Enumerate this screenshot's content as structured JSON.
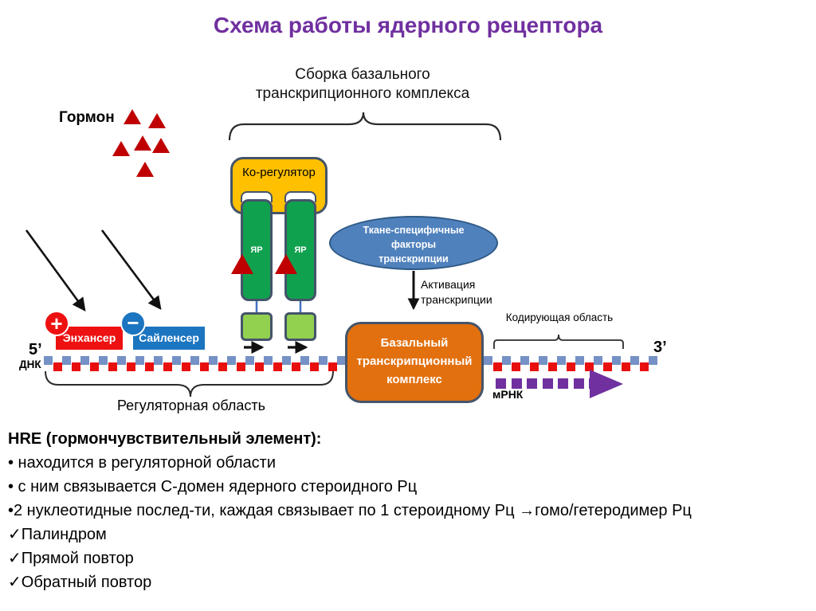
{
  "title": "Схема работы ядерного рецептора",
  "diagram": {
    "assembly_label": {
      "line1": "Сборка базального",
      "line2": "транскрипционного комплекса"
    },
    "hormone_label": "Гормон",
    "coregulator_label": "Ко-регулятор",
    "receptor_label": "ЯР",
    "tissue_factors": {
      "line1": "Ткане-специфичные",
      "line2": "факторы",
      "line3": "транскрипции"
    },
    "activation": {
      "line1": "Активация",
      "line2": "транскрипции"
    },
    "coding_region_label": "Кодирующая область",
    "enhancer_label": "Энхансер",
    "silencer_label": "Сайленсер",
    "plus_sign": "+",
    "minus_sign": "−",
    "five_prime": "5’",
    "three_prime": "3’",
    "dna_label": "ДНК",
    "mrna_label": "мРНК",
    "basal_complex": {
      "line1": "Базальный",
      "line2": "транскрипционный",
      "line3": "комплекс"
    },
    "regulatory_region_label": "Регуляторная область"
  },
  "notes": {
    "heading": "HRE (гормончувствительный элемент):",
    "lines": [
      "• находится в регуляторной области",
      "• с ним связывается С-домен ядерного стероидного Рц",
      "•2 нуклеотидные послед-ти, каждая связывает по 1 стероидному Рц →гомо/гетеродимер Рц",
      "✓Палиндром",
      "✓Прямой повтор",
      "✓Обратный повтор"
    ]
  },
  "colors": {
    "title": "#7030A0",
    "hormone_triangle": "#C00000",
    "coregulator_fill": "#FFC000",
    "receptor_fill": "#10A14F",
    "foot_fill": "#92D050",
    "outline": "#44546A",
    "ellipse_fill": "#4F81BD",
    "basal_fill": "#E2700F",
    "enhancer_fill": "#EE1111",
    "silencer_fill": "#1B75C0",
    "dna_blue": "#7591C5",
    "dna_red": "#E8100F",
    "mrna_purple": "#7030A0"
  }
}
